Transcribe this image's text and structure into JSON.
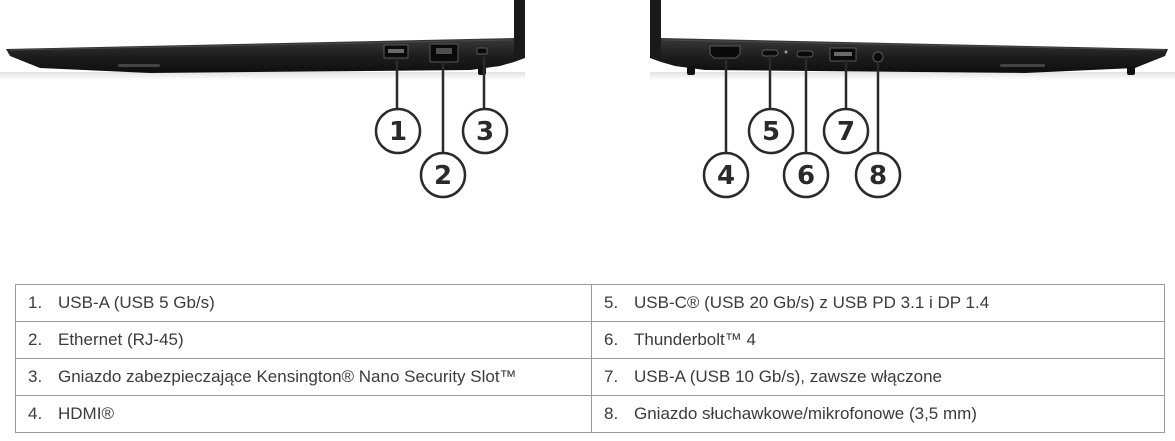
{
  "callouts": {
    "c1": "1",
    "c2": "2",
    "c3": "3",
    "c4": "4",
    "c5": "5",
    "c6": "6",
    "c7": "7",
    "c8": "8"
  },
  "ports": [
    {
      "num": "1.",
      "label": "USB-A (USB 5 Gb/s)"
    },
    {
      "num": "2.",
      "label": "Ethernet (RJ-45)"
    },
    {
      "num": "3.",
      "label": "Gniazdo zabezpieczające Kensington® Nano Security Slot™"
    },
    {
      "num": "4.",
      "label": "HDMI®"
    },
    {
      "num": "5.",
      "label": "USB-C® (USB 20 Gb/s) z USB PD 3.1 i DP 1.4"
    },
    {
      "num": "6.",
      "label": "Thunderbolt™ 4"
    },
    {
      "num": "7.",
      "label": "USB-A (USB 10 Gb/s), zawsze włączone"
    },
    {
      "num": "8.",
      "label": "Gniazdo słuchawkowe/mikrofonowe (3,5 mm)"
    }
  ],
  "colors": {
    "laptop_body": "#1e1e1e",
    "callout_stroke": "#2a2a2a",
    "table_border": "#9a9a9a",
    "text": "#3b3b3b"
  }
}
